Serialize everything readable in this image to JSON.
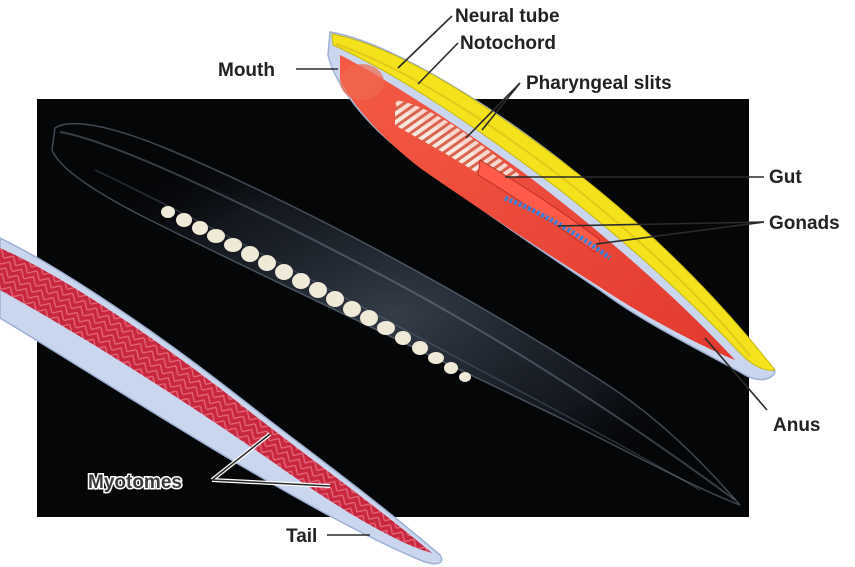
{
  "labels": {
    "neural_tube": "Neural tube",
    "notochord": "Notochord",
    "mouth": "Mouth",
    "pharyngeal_slits": "Pharyngeal slits",
    "gut": "Gut",
    "gonads": "Gonads",
    "anus": "Anus",
    "myotomes": "Myotomes",
    "tail": "Tail"
  },
  "colors": {
    "photo_background": "#050608",
    "neural_tube": "#f3e21c",
    "body_red": "#ef4a3c",
    "myotome_red": "#c8283f",
    "body_outline": "#c9d6ee",
    "gonads": "#3f7fd6"
  }
}
